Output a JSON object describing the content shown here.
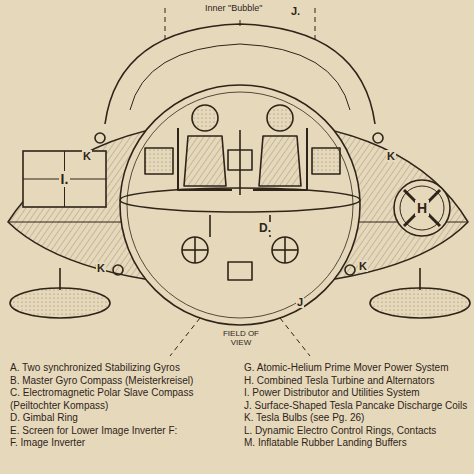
{
  "diagram": {
    "nodes": [
      {
        "text": [
          "I."
        ]
      },
      {
        "text": [
          "H"
        ]
      }
    ],
    "labels": [
      "Inner \"Bubble\"",
      "J.",
      "K",
      "K",
      "K",
      "K",
      "D.",
      "FIELD OF VIEW",
      "J",
      "A. Two synchronized Stabilizing Gyros",
      "B. Master Gyro Compass (Meisterkreisel)",
      "C. Electromagnetic Polar Slave Compass (Peiltochter Kompass)",
      "D. Gimbal Ring",
      "E. Screen for Lower Image Inverter F:",
      "F. Image Inverter",
      "G. Atomic-Helium Prime Mover Power System",
      "H. Combined Tesla Turbine and Alternators",
      "I. Power Distributor and Utilities System",
      "J. Surface-Shaped Tesla Pancake Discharge Coils",
      "K. Tesla Bulbs (see Pg. 26)",
      "L. Dynamic Electro Control Rings, Contacts",
      "M. Inflatable Rubber Landing Buffers"
    ]
  }
}
